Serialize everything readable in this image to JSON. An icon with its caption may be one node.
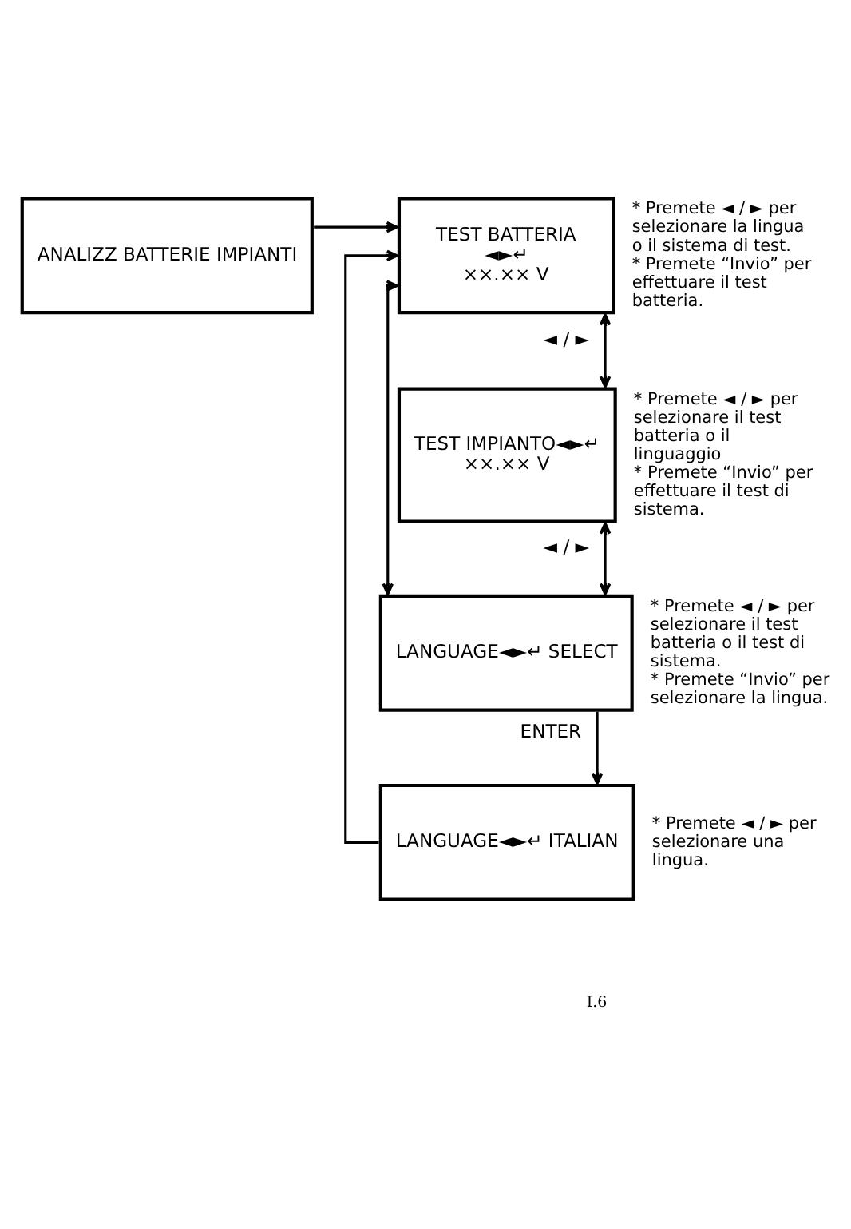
{
  "diagram": {
    "nodes": [
      {
        "text": [
          "ANALIZZ BATTERIE IMPIANTI"
        ]
      },
      {
        "text": [
          "TEST BATTERIA",
          "◄►↵",
          "××.×× V"
        ],
        "beside": [
          "* Premete ◄ / ► per selezionare la lingua o il sistema di test.",
          "* Premete “Invio” per effettuare il test batteria."
        ]
      },
      {
        "text": [
          "TEST IMPIANTO◄►↵",
          "××.×× V"
        ],
        "beside": [
          "* Premete ◄ / ► per selezionare il test batteria o il linguaggio",
          "* Premete “Invio” per effettuare il test di sistema."
        ]
      },
      {
        "text": [
          "LANGUAGE◄►↵ SELECT"
        ],
        "beside": [
          "* Premete ◄ / ► per selezionare il test batteria o il test di sistema.",
          "* Premete “Invio” per selezionare la lingua."
        ]
      },
      {
        "text": [
          "LANGUAGE◄►↵ ITALIAN"
        ],
        "beside": [
          "* Premete ◄ / ► per selezionare una lingua."
        ]
      }
    ],
    "edges": [
      {
        "from": 0,
        "to": 1,
        "arrow": "to"
      },
      {
        "from": 1,
        "to": 2,
        "arrow": "both",
        "label": "◄ / ►"
      },
      {
        "from": 2,
        "to": 3,
        "arrow": "both",
        "label": "◄ / ►"
      },
      {
        "from": 3,
        "to": 4,
        "arrow": "to",
        "label": "ENTER"
      },
      {
        "from": 4,
        "to": 1,
        "arrow": "to"
      },
      {
        "from": 3,
        "to": 1,
        "arrow": "both"
      }
    ],
    "labels": [
      "I.6"
    ]
  }
}
